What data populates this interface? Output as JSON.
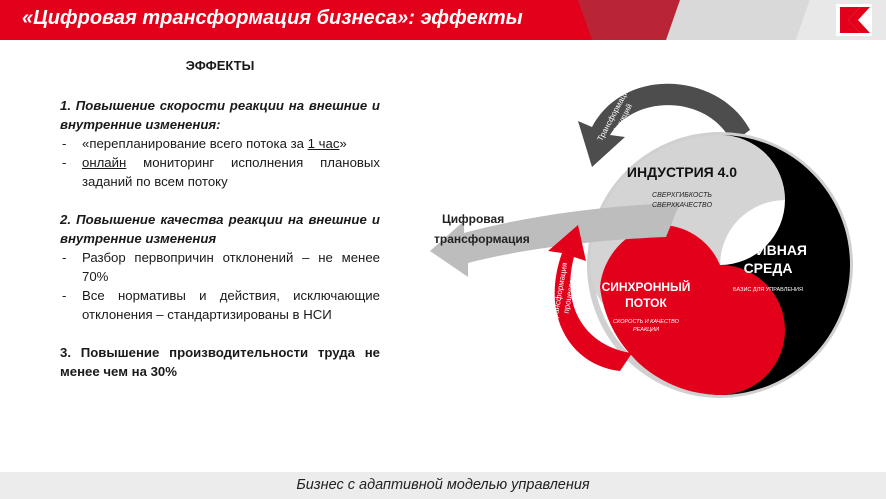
{
  "header": {
    "title": "«Цифровая трансформация бизнеса»: эффекты",
    "accent_color": "#e3001b"
  },
  "effects": {
    "heading": "ЭФФЕКТЫ",
    "items": [
      {
        "title": "1. Повышение скорости реакции на внешние и внутренние изменения:",
        "points": [
          {
            "pre": "«перепланирование всего потока за ",
            "underline": "1 час",
            "post": "»"
          },
          {
            "pre": "",
            "underline": "онлайн",
            "post": " мониторинг исполнения плановых заданий по всем потоку"
          }
        ]
      },
      {
        "title": "2. Повышение качества реакции на внешние и внутренние изменения",
        "points": [
          {
            "pre": "Разбор первопричин отклонений – не менее 70%",
            "underline": "",
            "post": ""
          },
          {
            "pre": "Все нормативы и действия, исключающие отклонения – стандартизированы в НСИ",
            "underline": "",
            "post": ""
          }
        ]
      },
      {
        "title": "3. Повышение производительности труда не менее чем на 30%",
        "points": []
      }
    ]
  },
  "diagram": {
    "industry_title": "ИНДУСТРИЯ 4.0",
    "industry_sub1": "СВЕРХГИБКОСТЬ",
    "industry_sub2": "СВЕРХКАЧЕСТВО",
    "active_line1": "АКТИВНАЯ",
    "active_line2": "СРЕДА",
    "active_sub": "БАЗИС ДЛЯ УПРАВЛЕНИЯ",
    "sync_line1": "СИНХРОННЫЙ",
    "sync_line2": "ПОТОК",
    "sync_sub1": "СКОРОСТЬ И КАЧЕСТВО",
    "sync_sub2": "РЕАКЦИИ",
    "digital_line1": "Цифровая",
    "digital_line2": "трансформация",
    "arrow_functions_line1": "Трансформация",
    "arrow_functions_line2": "функций",
    "arrow_processes_line1": "Трансформация",
    "arrow_processes_line2": "процессов",
    "colors": {
      "red": "#e3001b",
      "black": "#000000",
      "grey": "#c8c8c8",
      "dark_grey": "#7a7a7a"
    }
  },
  "footer": {
    "text": "Бизнес с адаптивной моделью управления"
  }
}
